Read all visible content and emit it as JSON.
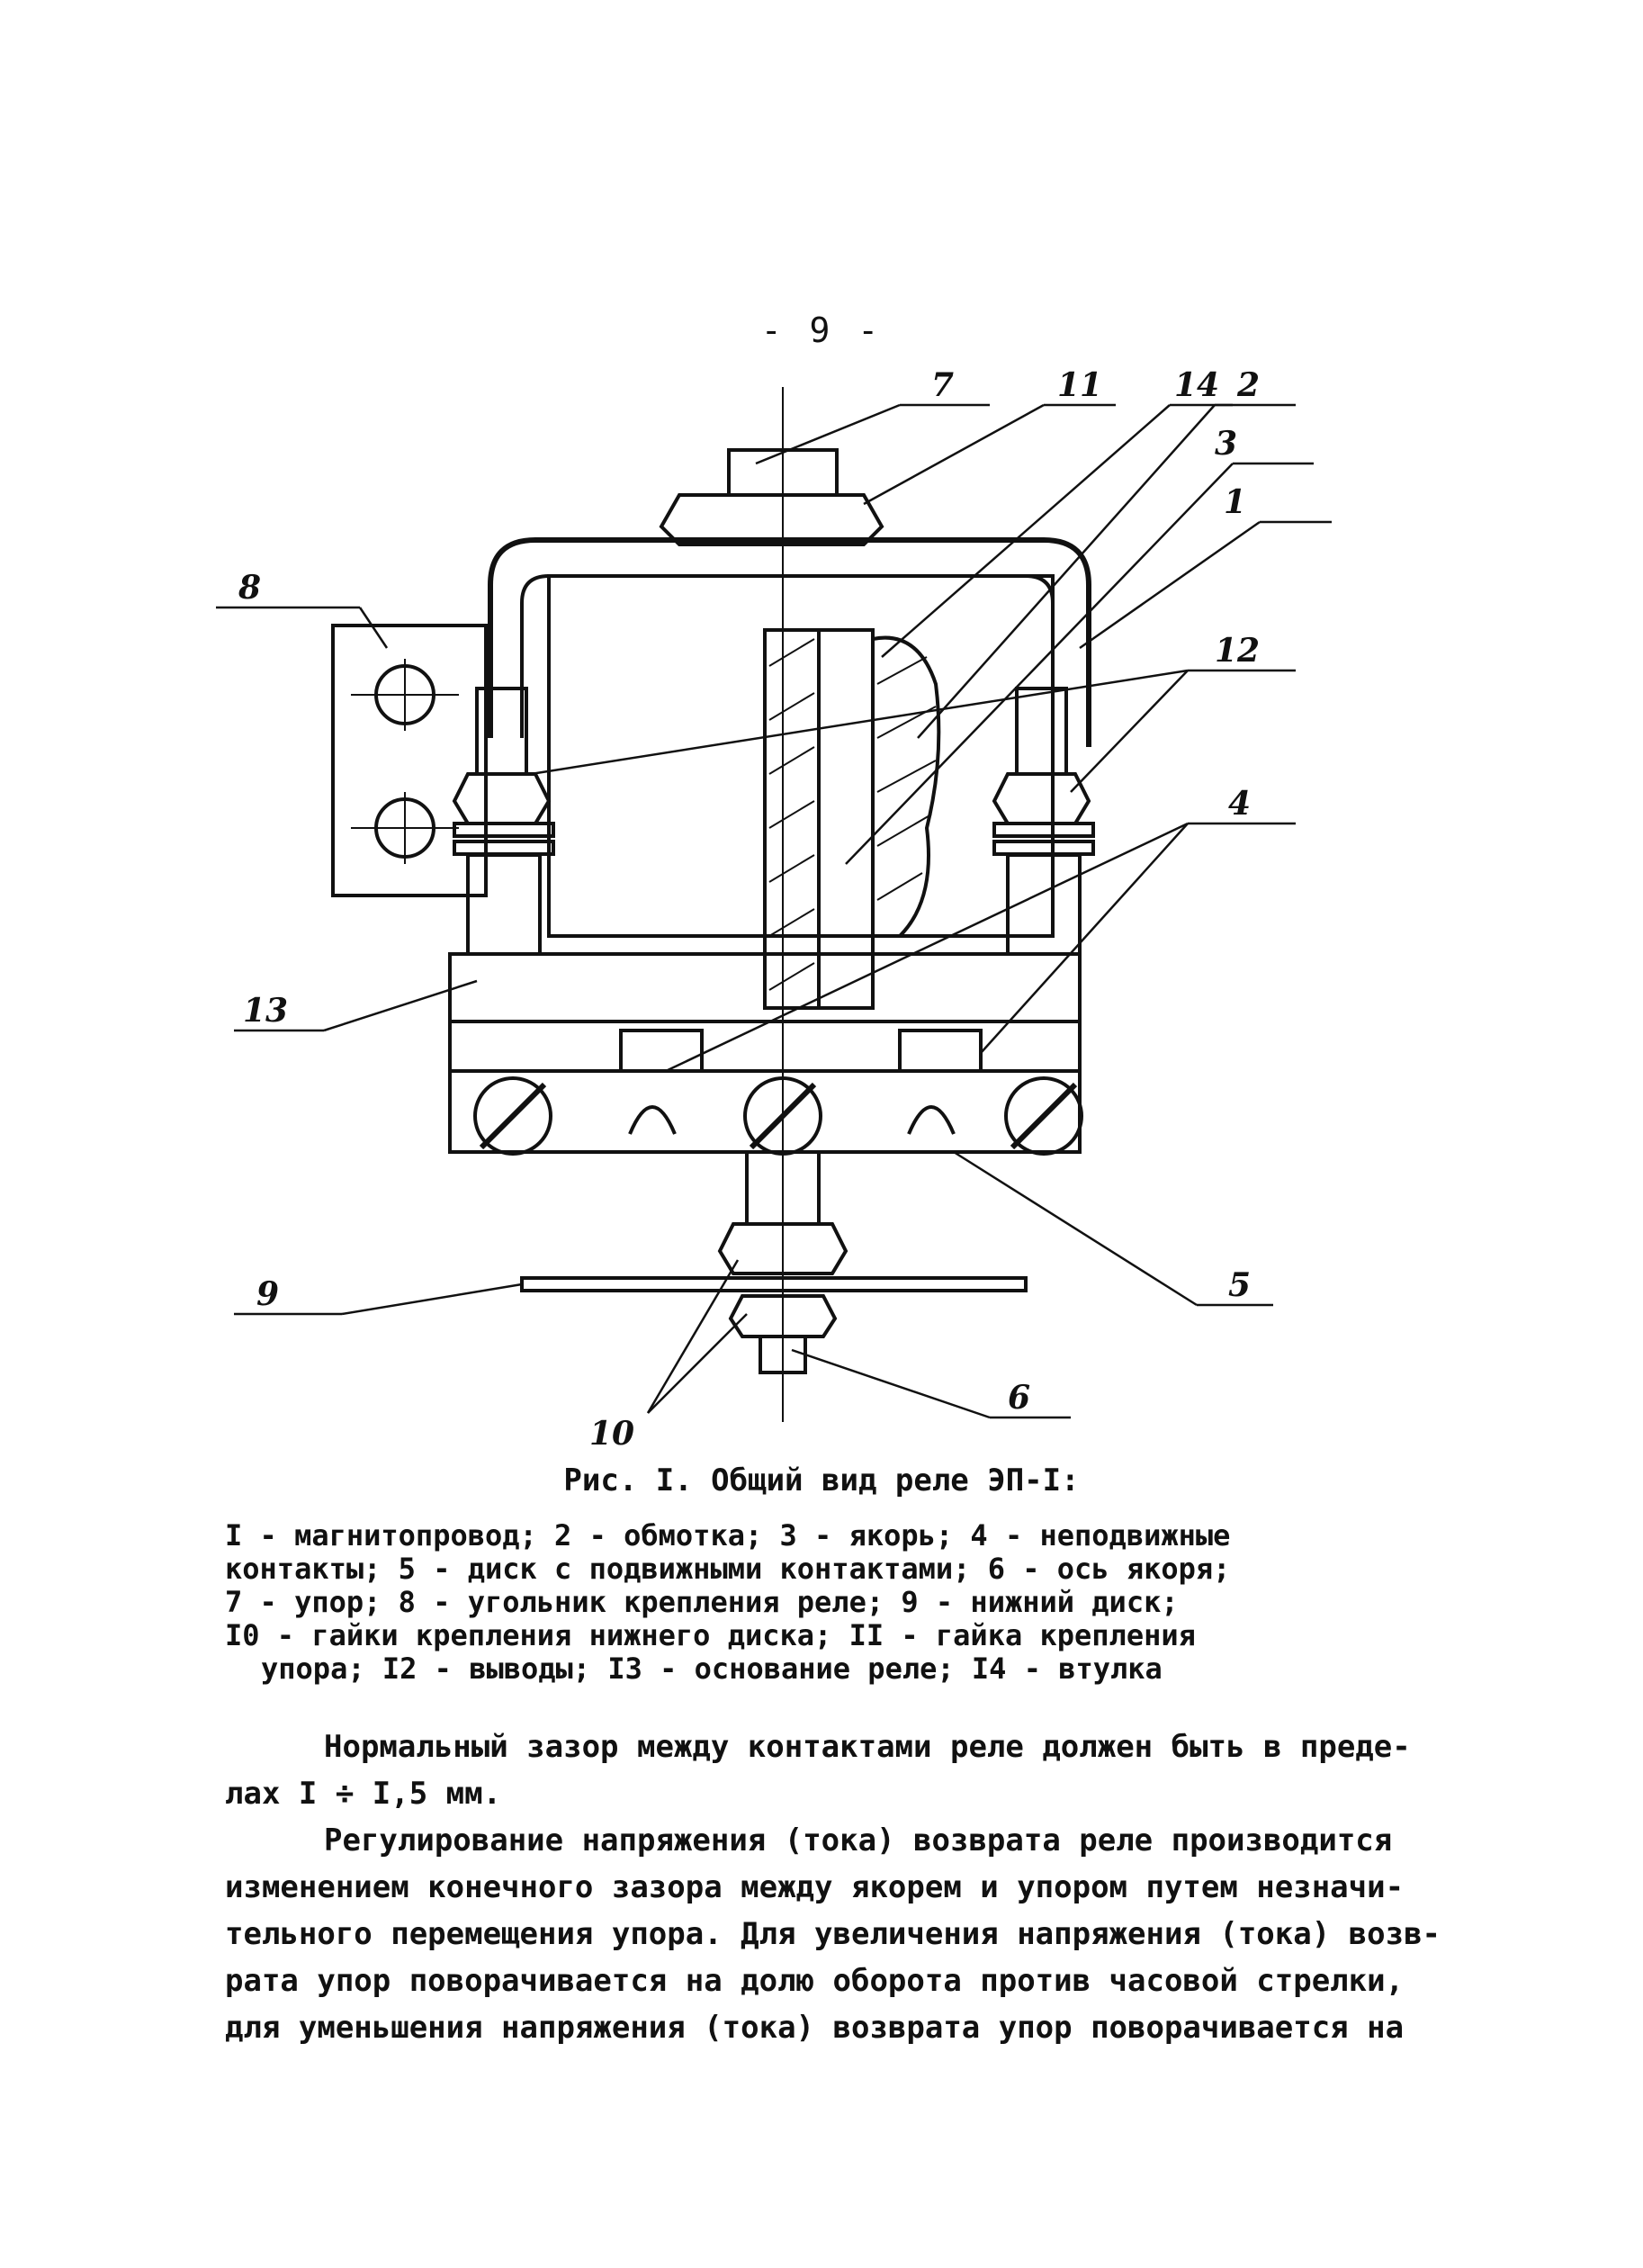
{
  "page_number": "- 9 -",
  "figure": {
    "callouts": {
      "c7": "7",
      "c11": "11",
      "c14": "14",
      "c2": "2",
      "c3": "3",
      "c1": "1",
      "c8": "8",
      "c12": "12",
      "c4": "4",
      "c13": "13",
      "c9": "9",
      "c5": "5",
      "c10": "10",
      "c6": "6"
    },
    "caption": "Рис. I. Общий вид реле ЭП-I:"
  },
  "legend": {
    "line1": "I - магнитопровод; 2 - обмотка; 3 - якорь; 4 - неподвижные",
    "line2": "контакты; 5 - диск с подвижными контактами; 6 - ось якоря;",
    "line3": "7 - упор; 8 - угольник крепления реле; 9 - нижний диск;",
    "line4": "I0 - гайки крепления нижнего диска; II - гайка крепления",
    "line5": "упора; I2 - выводы; I3 - основание реле; I4 - втулка"
  },
  "body": {
    "p1_line1": "Нормальный зазор между контактами реле должен быть в преде-",
    "p1_line2": "лах I ÷ I,5 мм.",
    "p2_line1": "Регулирование напряжения (тока) возврата реле производится",
    "p2_line2": "изменением конечного зазора между якорем и упором путем незначи-",
    "p2_line3": "тельного перемещения упора. Для увеличения напряжения (тока) возв-",
    "p2_line4": "рата упор поворачивается на долю оборота против часовой стрелки,",
    "p2_line5": "для уменьшения напряжения (тока) возврата упор поворачивается на"
  }
}
